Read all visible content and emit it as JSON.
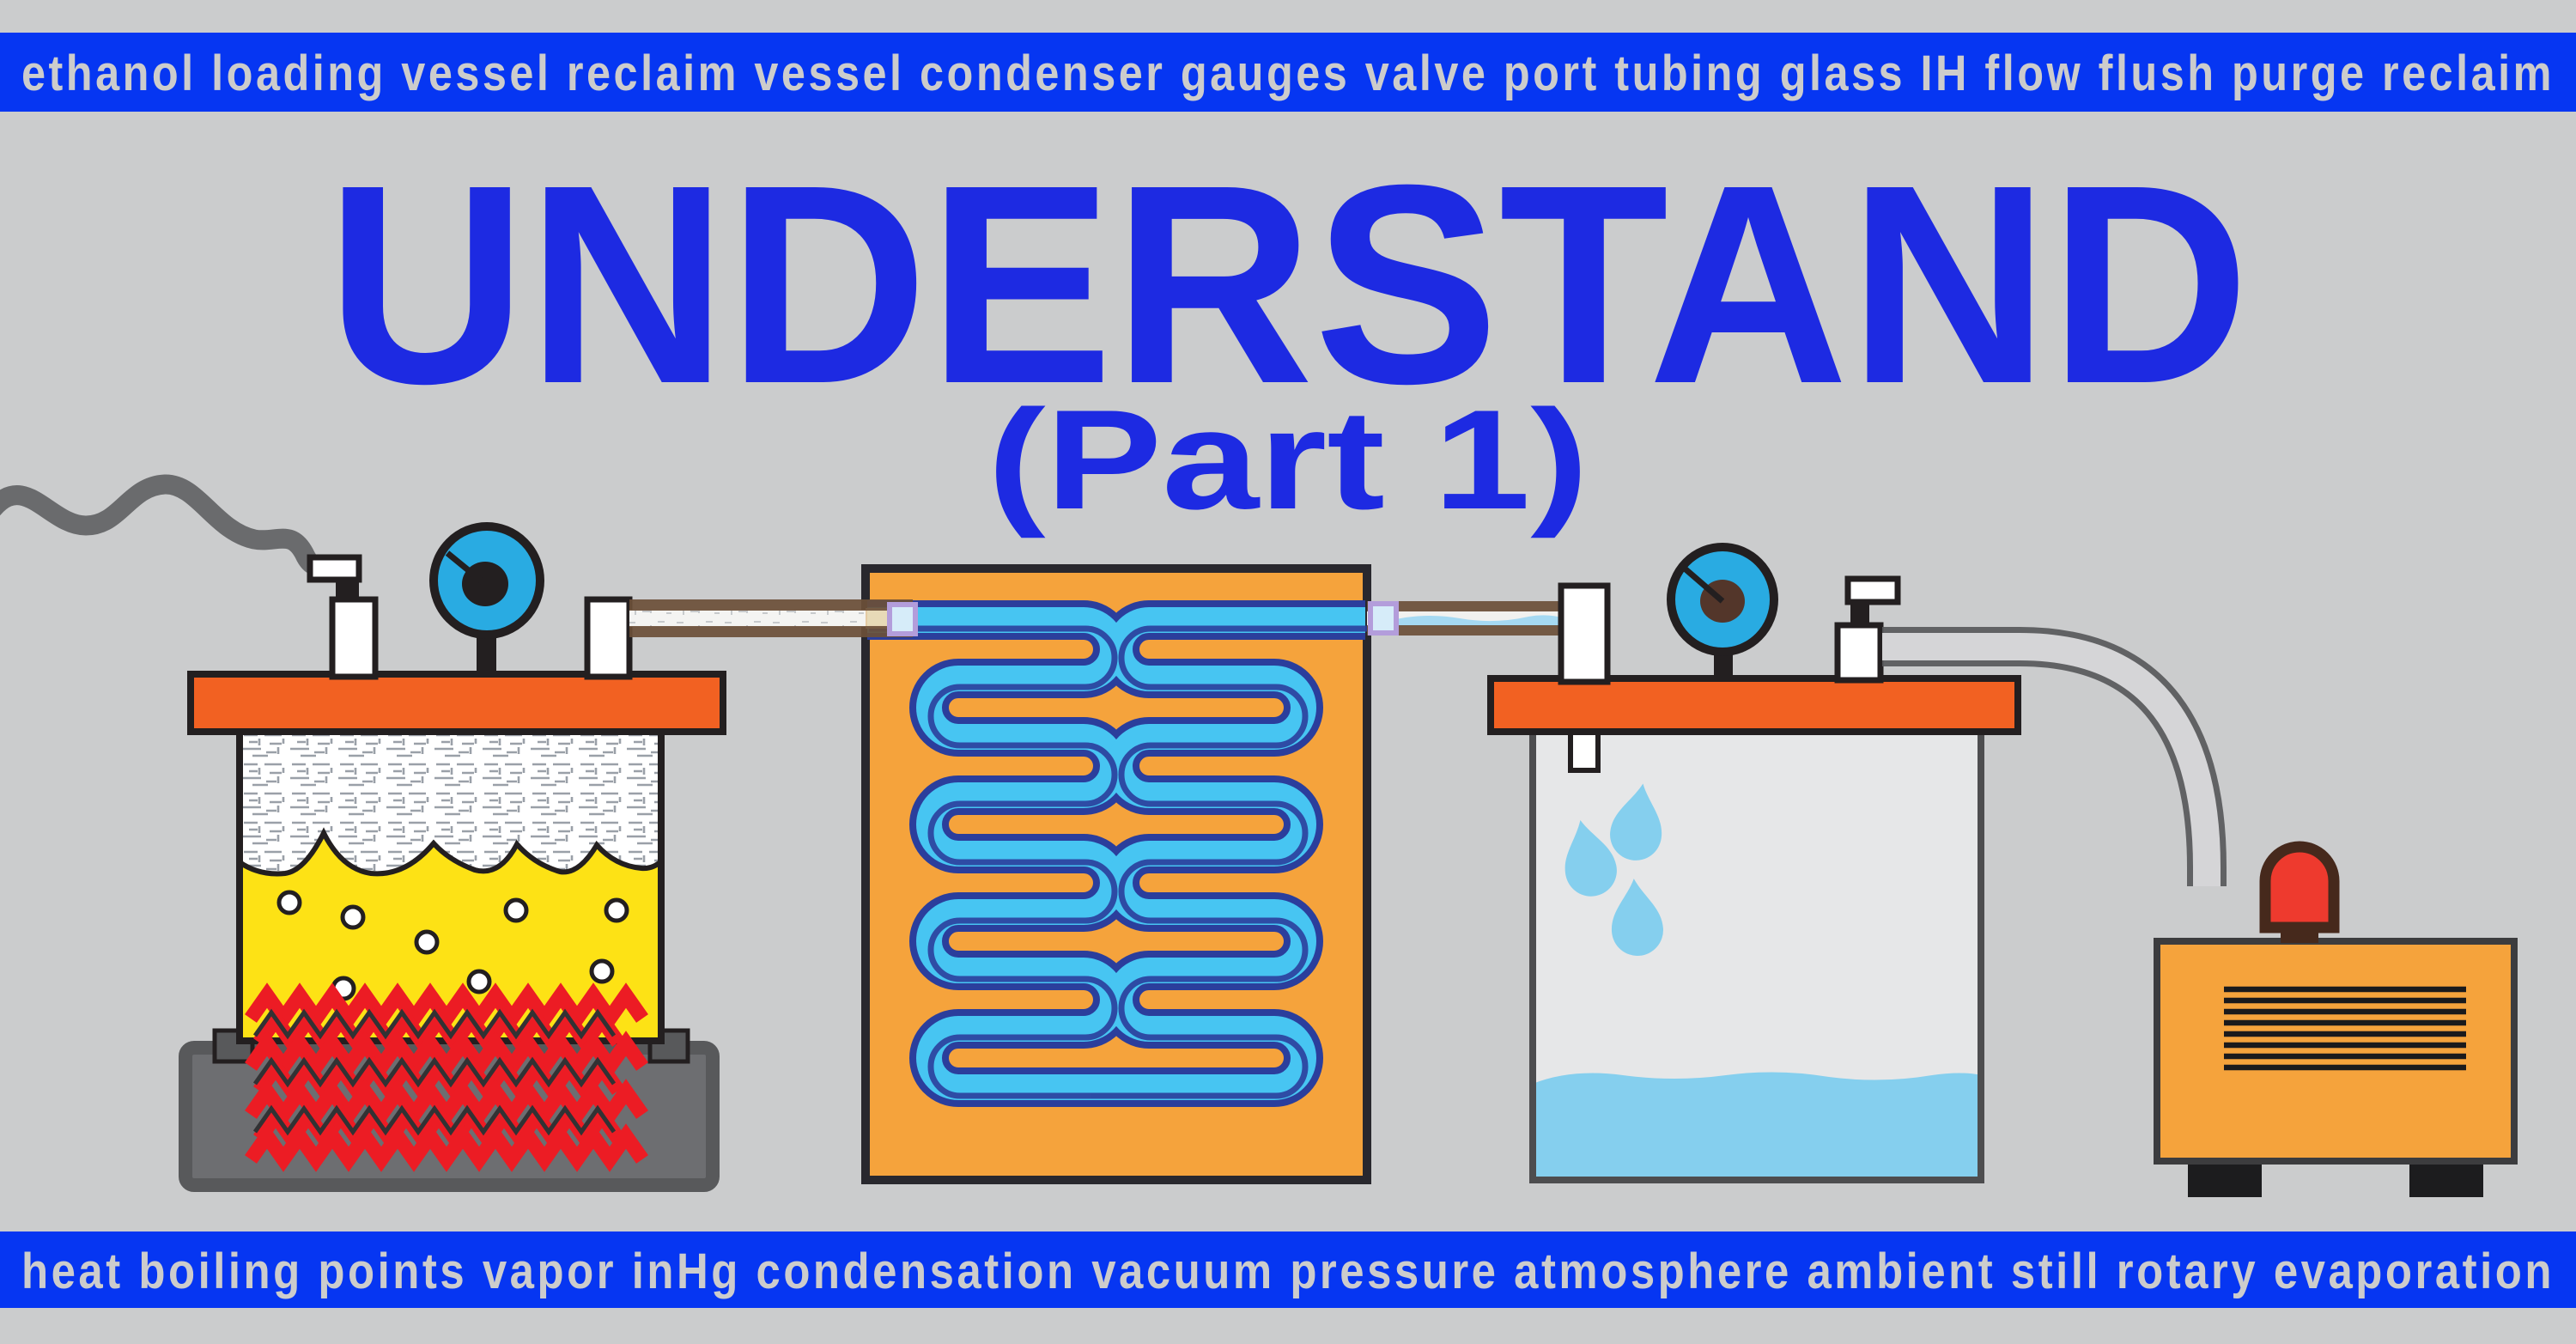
{
  "banner_top": {
    "text": "ethanol loading vessel reclaim vessel condenser gauges valve port tubing glass IH flow flush purge reclaim"
  },
  "banner_bottom": {
    "text": "heat boiling points vapor inHg condensation vacuum pressure atmosphere ambient still rotary evaporation"
  },
  "title": {
    "main": "UNDERSTAND",
    "subtitle": "(Part 1)"
  },
  "colors": {
    "background": "#cbcccd",
    "banner_blue": "#0636f2",
    "banner_text": "#cccccc",
    "title_blue": "#1d2ae2",
    "lid_orange": "#f26122",
    "panel_orange": "#f5a33c",
    "vessel_yellow": "#fde215",
    "heat_red": "#ec1c24",
    "coil_light_blue": "#47c5f2",
    "coil_navy": "#2b3e9c",
    "gauge_blue": "#29abe2",
    "liquid_blue": "#85cfee",
    "base_gray": "#6d6e71",
    "cord_gray": "#6a6b6d",
    "glass_brown": "#6b4f38",
    "alarm_red": "#ee3a2e",
    "alarm_brown": "#46291c"
  }
}
